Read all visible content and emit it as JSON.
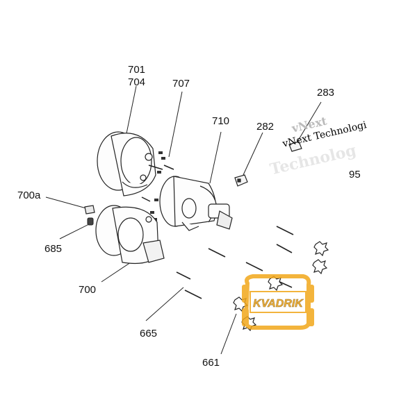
{
  "callouts": {
    "p701": "701",
    "p704": "704",
    "p707": "707",
    "p710": "710",
    "p282": "282",
    "p283": "283",
    "p700a": "700a",
    "p685": "685",
    "p700": "700",
    "p665": "665",
    "p661": "661",
    "p95": "95"
  },
  "watermark": {
    "line1": "vNext Technologi",
    "line2": "Technolog",
    "line0": "vNext"
  },
  "logo": {
    "text": "KVADRIK",
    "color": "#f2a71b"
  }
}
